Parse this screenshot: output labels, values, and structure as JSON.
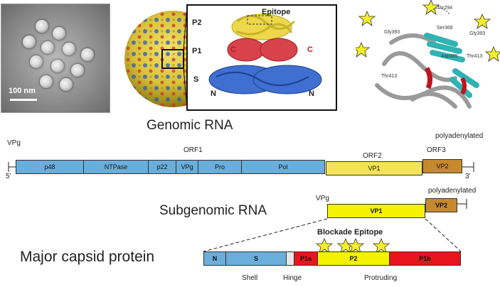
{
  "em_image": {
    "scale_label": "100 nm"
  },
  "structure": {
    "epitope_label": "Epitope",
    "domain_labels": [
      "P2",
      "P1",
      "S"
    ],
    "terminus_c": "C",
    "terminus_n": "N"
  },
  "residues": [
    "Thr294",
    "Gly393",
    "Gly393",
    "Thr413",
    "Thr413",
    "Ser368",
    "Asp385"
  ],
  "genomic": {
    "title": "Genomic RNA",
    "vpg": "VPg",
    "five_prime": "5'",
    "three_prime": "3'",
    "polyadenylated": "polyadenylated",
    "orf_labels": [
      "ORF1",
      "ORF2",
      "ORF3"
    ],
    "segments": [
      "p48",
      "NTPase",
      "p22",
      "VPg",
      "Pro",
      "Pol",
      "VP1",
      "VP2"
    ]
  },
  "subgenomic": {
    "title": "Subgenomic RNA",
    "vpg": "VPg",
    "polyadenylated": "polyadenylated",
    "segments": [
      "VP1",
      "VP2"
    ]
  },
  "capsid": {
    "title": "Major capsid protein",
    "blockade_label": "Blockade Epitope",
    "domains": [
      "N",
      "S",
      "P1a",
      "P2",
      "P1b"
    ],
    "region_labels": [
      "Shell",
      "Hinge",
      "Protruding"
    ]
  },
  "colors": {
    "blue": "#6aaedc",
    "yellow": "#f4e35a",
    "orange": "#c58a2e",
    "vp1_bright": "#f5f200",
    "red": "#e8141c",
    "star": "#f5ef2a"
  }
}
